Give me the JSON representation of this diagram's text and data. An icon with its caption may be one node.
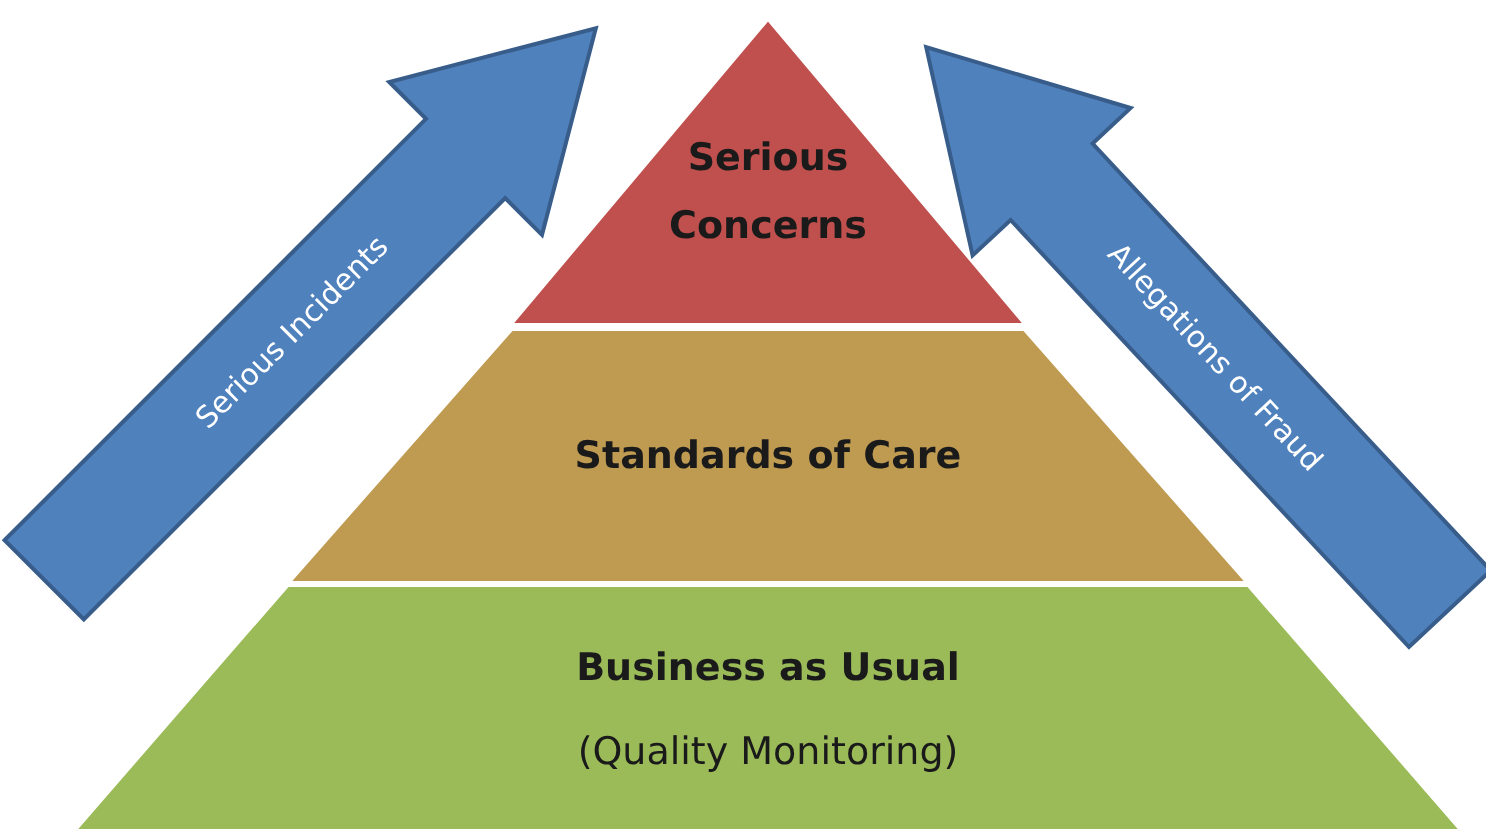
{
  "diagram": {
    "nodes": [
      {
        "text": [
          "Serious Concerns"
        ]
      },
      {
        "text": [
          "Standards of Care"
        ]
      },
      {
        "text": [
          "Business as Usual",
          "(Quality Monitoring)"
        ]
      },
      {
        "text": [
          "Serious Incidents"
        ]
      },
      {
        "text": [
          "Allegations of Fraud"
        ]
      }
    ]
  }
}
